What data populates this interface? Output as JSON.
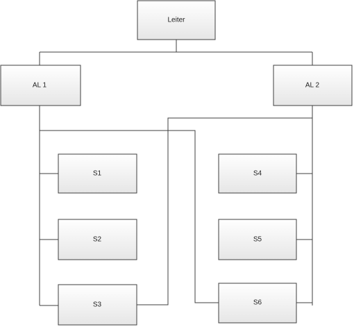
{
  "nodes": {
    "leiter": "Leiter",
    "al1": "AL 1",
    "al2": "AL 2",
    "s1": "S1",
    "s2": "S2",
    "s3": "S3",
    "s4": "S4",
    "s5": "S5",
    "s6": "S6"
  },
  "edges": [
    [
      "leiter",
      "al1"
    ],
    [
      "leiter",
      "al2"
    ],
    [
      "al1",
      "s1"
    ],
    [
      "al1",
      "s2"
    ],
    [
      "al1",
      "s3"
    ],
    [
      "al1",
      "s6"
    ],
    [
      "al2",
      "s4"
    ],
    [
      "al2",
      "s5"
    ],
    [
      "al2",
      "s6"
    ],
    [
      "al2",
      "s3"
    ]
  ],
  "colors": {
    "box_top": "#ffffff",
    "box_bottom": "#e6e6e6",
    "line": "#3f3f3f"
  }
}
